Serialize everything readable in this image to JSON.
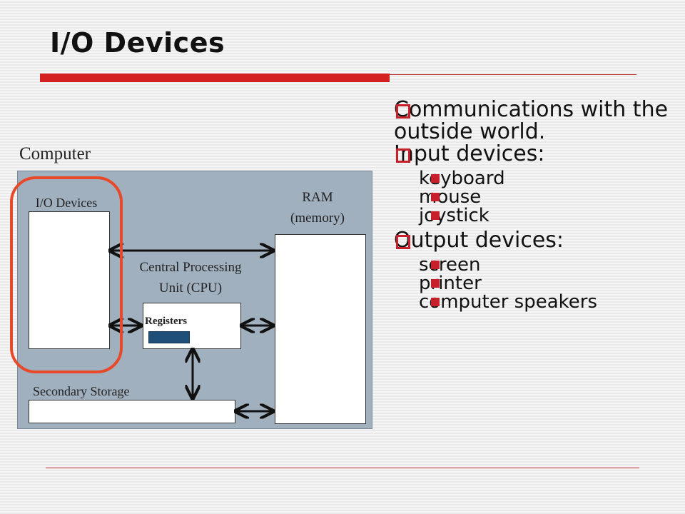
{
  "slide": {
    "title": "I/O Devices"
  },
  "diagram": {
    "computer_label": "Computer",
    "io_devices_label": "I/O Devices",
    "ram_label_line1": "RAM",
    "ram_label_line2": "(memory)",
    "cpu_label_line1": "Central Processing",
    "cpu_label_line2": "Unit (CPU)",
    "registers_label": "Registers",
    "secondary_storage_label": "Secondary Storage",
    "colors": {
      "computer_box": "#a1b0bf",
      "highlight_ring": "#e8492a",
      "registers_block": "#1f4e79"
    }
  },
  "bullets": [
    {
      "text": "Communications with the outside world.",
      "sub": []
    },
    {
      "text": "Input devices:",
      "sub": [
        "keyboard",
        "mouse",
        "joystick"
      ]
    },
    {
      "text": "Output devices:",
      "sub": [
        "screen",
        "printer",
        "computer speakers"
      ]
    }
  ],
  "theme": {
    "accent": "#d42020"
  }
}
